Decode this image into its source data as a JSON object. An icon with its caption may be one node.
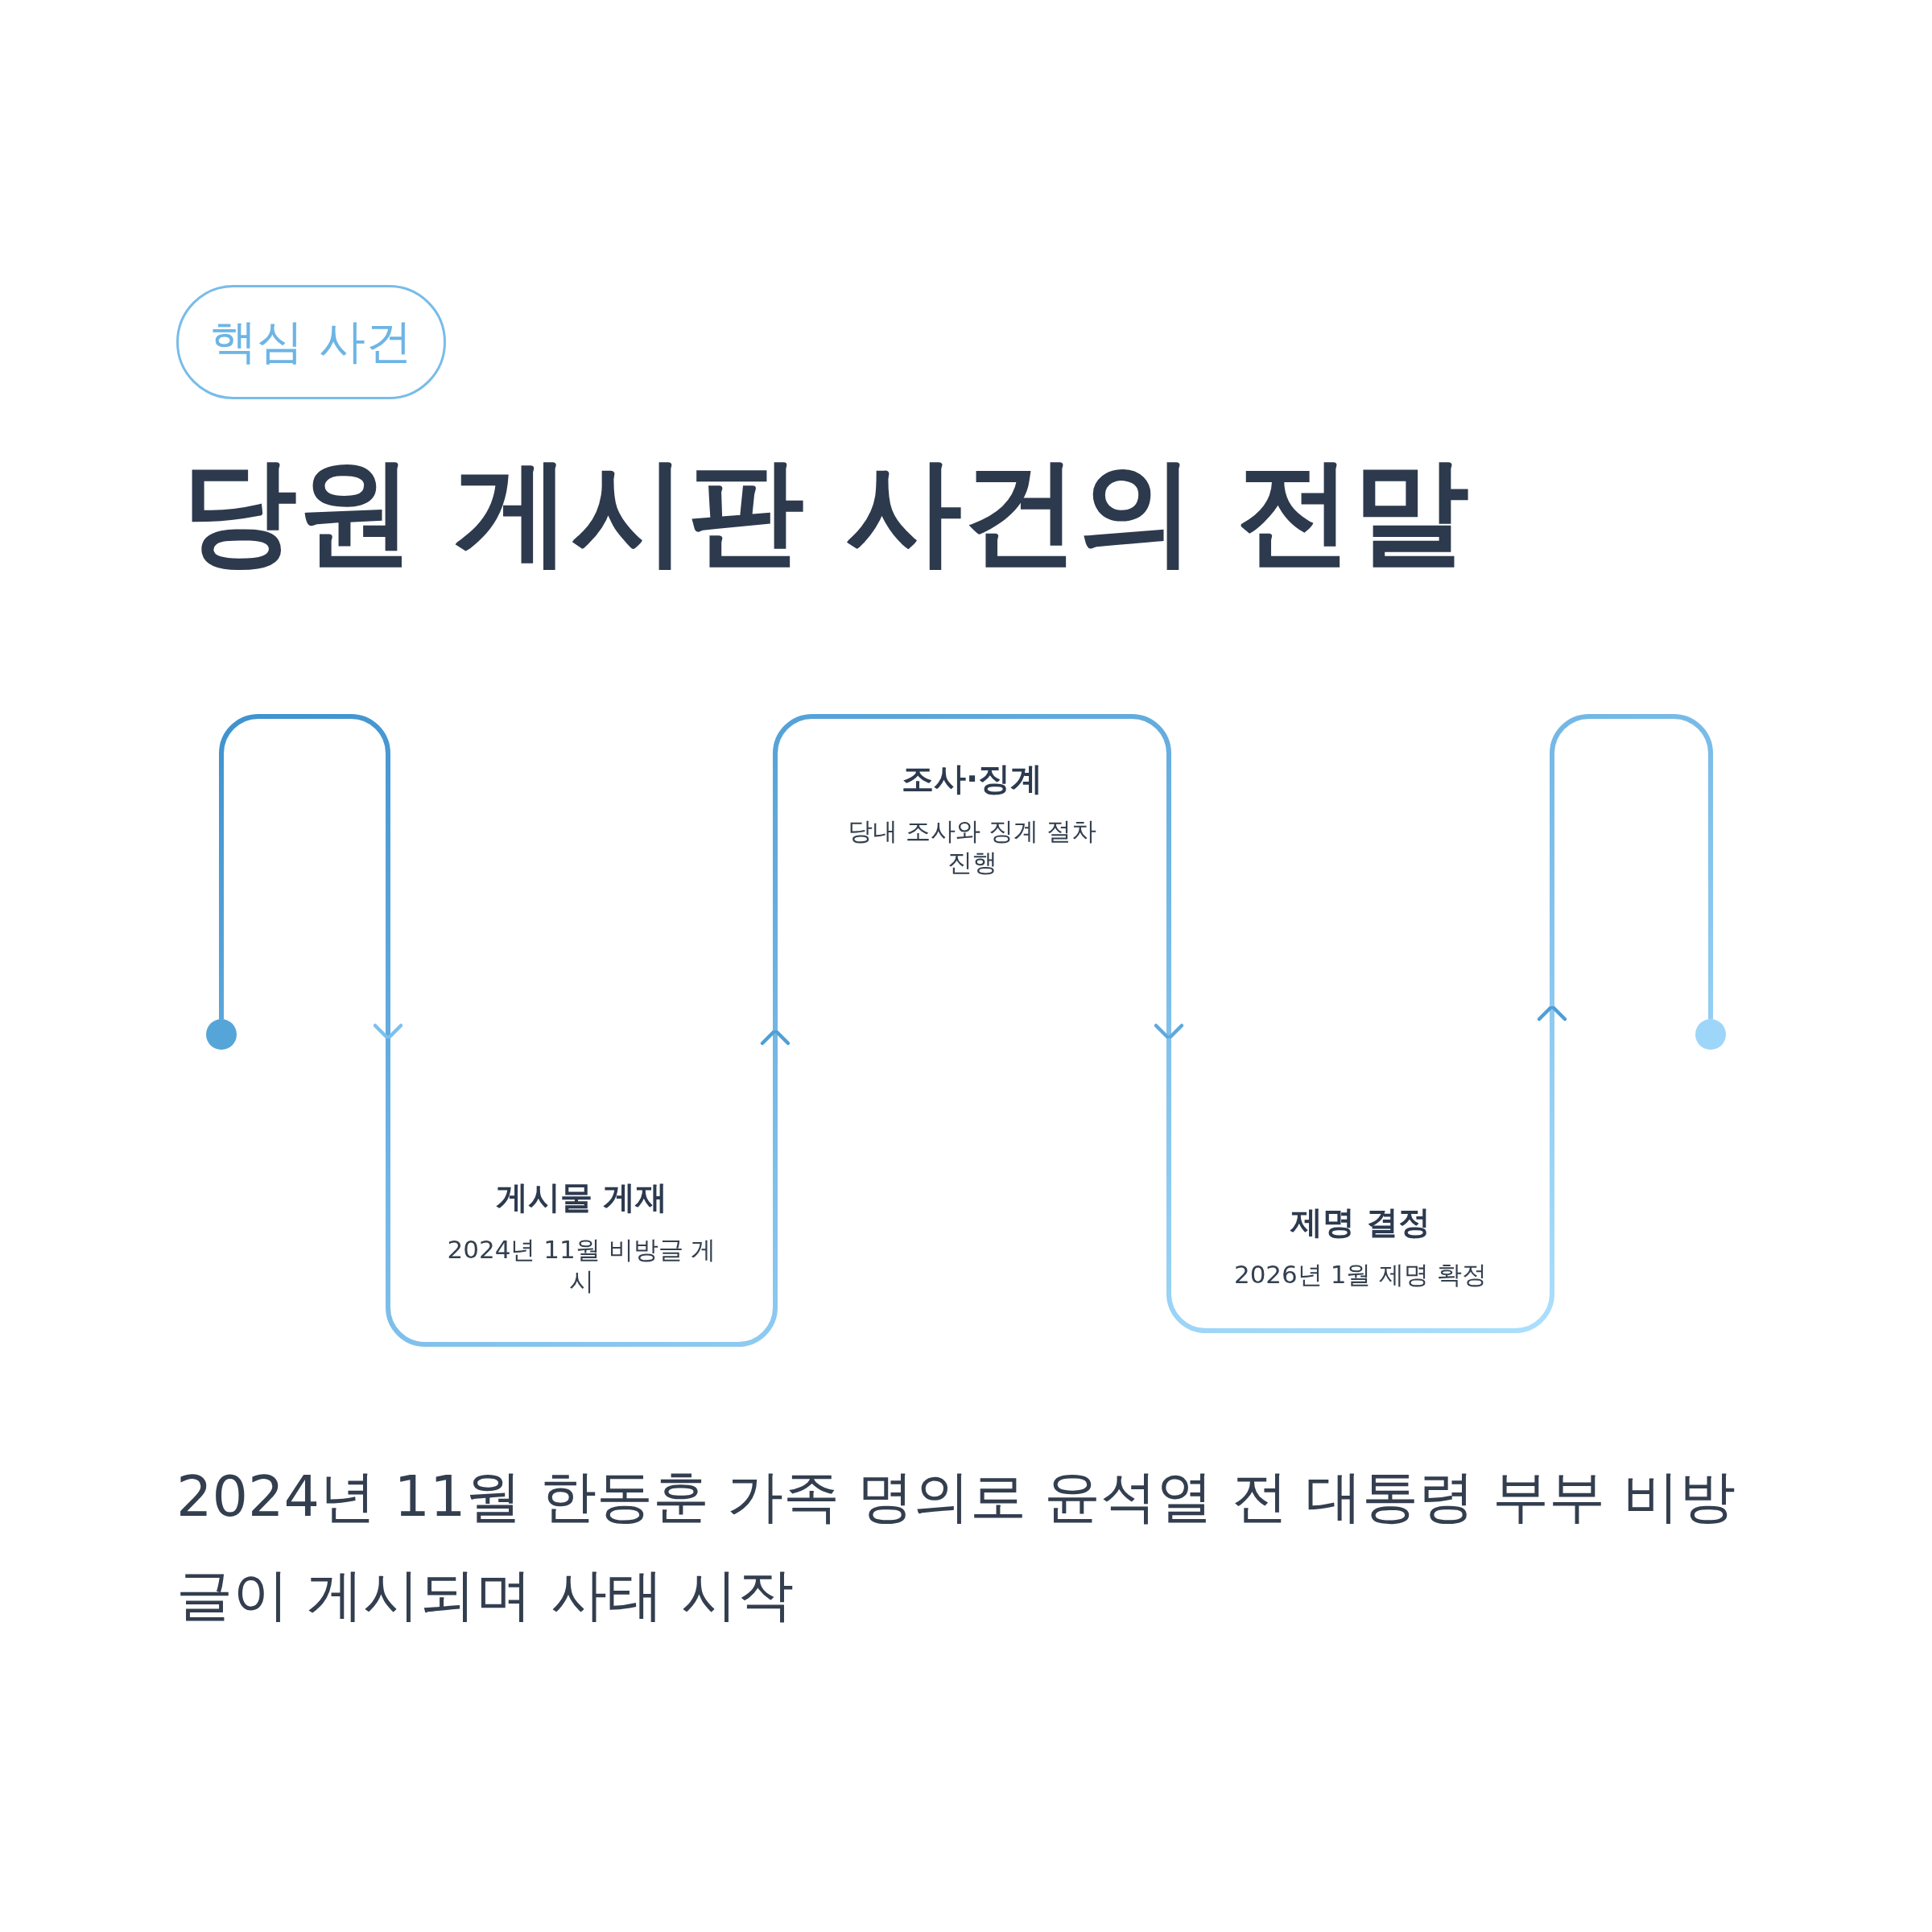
{
  "diagram": {
    "title": "당원 게시판 사건의 전말",
    "caption": "2024년 11월 한동훈 가족 명의로 윤석열 전 대통령 부부 비방글이 게시되며 사태 시작",
    "nodes": [
      {
        "text": [
          "핵심 사건"
        ]
      },
      {
        "text": [],
        "shape": "circle"
      },
      {
        "text": [],
        "shape": "arch"
      },
      {
        "text": [
          "게시물 게재",
          "2024년 11월 비방글 게시"
        ]
      },
      {
        "text": [
          "조사·징계",
          "당내 조사와 징계 절차 진행"
        ]
      },
      {
        "text": [
          "제명 결정",
          "2026년 1월 제명 확정"
        ]
      },
      {
        "text": [],
        "shape": "arch"
      },
      {
        "text": [],
        "shape": "circle"
      }
    ],
    "edges": [
      {
        "from": 1,
        "to": 2,
        "arrow": "none"
      },
      {
        "from": 2,
        "to": 3,
        "arrow": "to"
      },
      {
        "from": 3,
        "to": 4,
        "arrow": "to"
      },
      {
        "from": 4,
        "to": 5,
        "arrow": "to"
      },
      {
        "from": 5,
        "to": 6,
        "arrow": "to"
      },
      {
        "from": 6,
        "to": 7,
        "arrow": "none"
      }
    ]
  }
}
